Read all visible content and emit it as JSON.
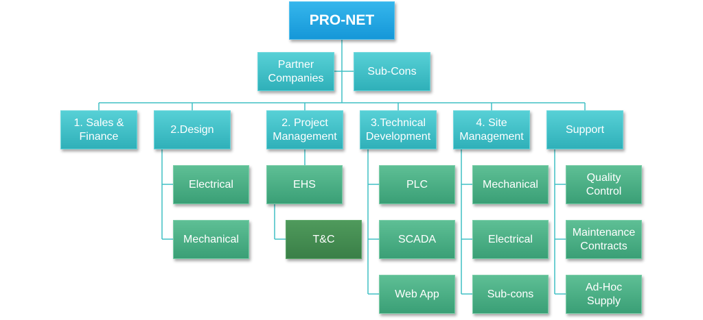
{
  "colors": {
    "root": "#1fa3e0",
    "level": "#3bb9c1",
    "leaf": "#4bb085",
    "highlight": "#418a4f",
    "connector": "#3fbfc4"
  },
  "root": {
    "label": "PRO-NET"
  },
  "external": [
    {
      "label": "Partner\nCompanies"
    },
    {
      "label": "Sub-Cons"
    }
  ],
  "departments": [
    {
      "label": "1. Sales &\nFinance"
    },
    {
      "label": "2.Design",
      "children": [
        "Electrical",
        "Mechanical"
      ]
    },
    {
      "label": "2. Project\nManagement",
      "children": [
        "EHS",
        "T&C"
      ]
    },
    {
      "label": "3.Technical\nDevelopment",
      "children": [
        "PLC",
        "SCADA",
        "Web App"
      ]
    },
    {
      "label": "4. Site\nManagement",
      "children": [
        "Mechanical",
        "Electrical",
        "Sub-cons"
      ]
    },
    {
      "label": "Support",
      "children": [
        "Quality\nControl",
        "Maintenance\nContracts",
        "Ad-Hoc\nSupply"
      ]
    }
  ]
}
